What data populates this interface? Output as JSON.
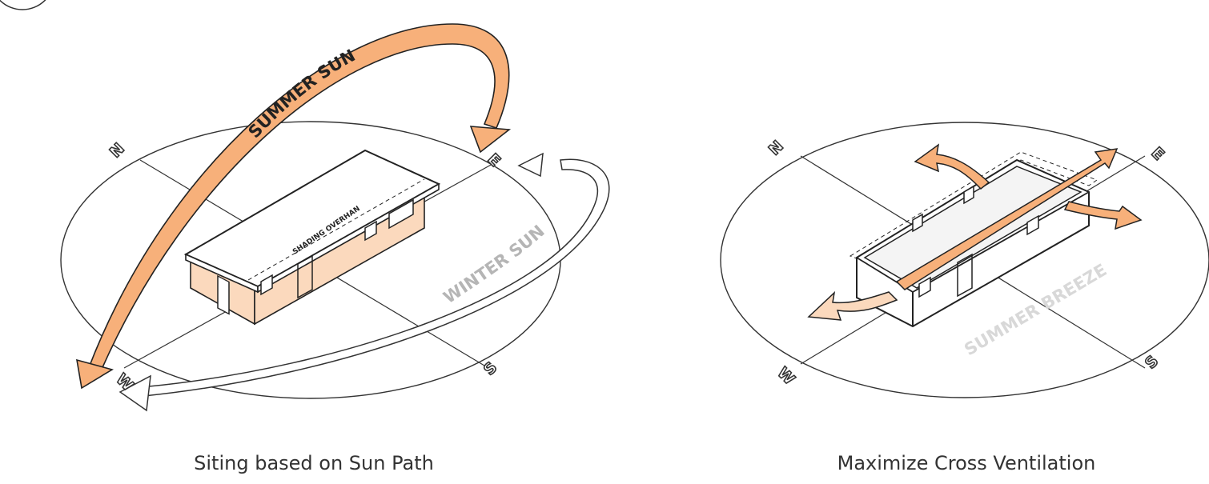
{
  "figure": {
    "accent_color": "#f7b07a",
    "accent_light": "#fbd9bd",
    "outline_color": "#222222",
    "muted_color": "#b5b5b5",
    "left": {
      "caption": "Siting based on Sun Path",
      "compass": {
        "n": "N",
        "e": "E",
        "s": "S",
        "w": "W"
      },
      "summer_sun_label": "SUMMER SUN",
      "winter_sun_label": "WINTER SUN",
      "overhang_label": "SHADING OVERHANG"
    },
    "right": {
      "caption": "Maximize Cross Ventilation",
      "compass": {
        "n": "N",
        "e": "E",
        "s": "S",
        "w": "W"
      },
      "breeze_label": "SUMMER BREEZE"
    }
  }
}
